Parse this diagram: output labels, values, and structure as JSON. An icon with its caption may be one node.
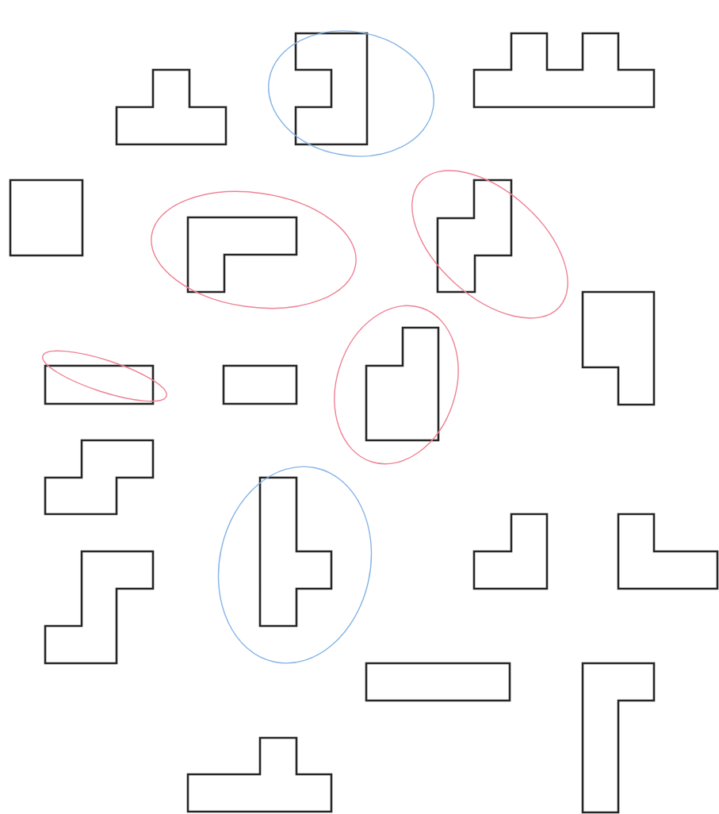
{
  "diagram": {
    "nodes": [
      {
        "text": [],
        "shape": "tile"
      },
      {
        "text": [],
        "shape": "tile"
      },
      {
        "text": [],
        "shape": "tile"
      },
      {
        "text": [],
        "shape": "tile"
      },
      {
        "text": [],
        "shape": "tile"
      },
      {
        "text": [],
        "shape": "tile"
      },
      {
        "text": [],
        "shape": "tile"
      },
      {
        "text": [],
        "shape": "tile"
      },
      {
        "text": [],
        "shape": "tile"
      },
      {
        "text": [],
        "shape": "tile"
      },
      {
        "text": [],
        "shape": "tile"
      },
      {
        "text": [],
        "shape": "tile"
      },
      {
        "text": [],
        "shape": "tile"
      },
      {
        "text": [],
        "shape": "tile"
      },
      {
        "text": [],
        "shape": "tile"
      },
      {
        "text": [],
        "shape": "tile"
      },
      {
        "text": [],
        "shape": "tile"
      },
      {
        "text": [],
        "shape": "tile"
      }
    ]
  }
}
